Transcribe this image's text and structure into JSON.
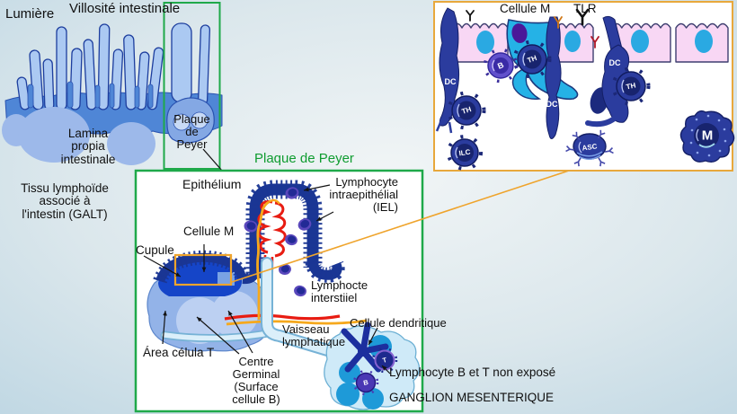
{
  "villi_panel": {
    "lumiere": "Lumière",
    "villosite": "Villosité intestinale",
    "lamina": "Lamina\npropia\nintestinale",
    "plaque_small": "Plaque\nde\nPeyer",
    "galt": "Tissu lymphoïde\nassocié à\nl'intestin (GALT)"
  },
  "peyer_panel": {
    "title": "Plaque de Peyer",
    "epithelium": "Epithélium",
    "iel": "Lymphocyte\nintraepithélial\n(IEL)",
    "cellule_m": "Cellule M",
    "cupule": "Cupule",
    "lymph_interstitial": "Lymphocte\ninterstiiel",
    "vaisseau": "Vaisseau\nlymphatique",
    "area_t": "Área célula T",
    "centre_germinal": "Centre\nGerminal\n(Surface\ncellule B)",
    "cellule_dendritique": "Cellule dendritique",
    "lymph_bt": "Lymphocyte B et T non exposé",
    "ganglion": "GANGLION MESENTERIQUE",
    "t_cell": "T",
    "b_cell": "B"
  },
  "inset_panel": {
    "cellule_m": "Cellule M",
    "tlr": "TLR",
    "cells": {
      "dc1": "DC",
      "th1": "TH",
      "ilc": "ILC",
      "b": "B",
      "th2": "TH",
      "dc2": "DC",
      "asc": "ASC",
      "dc3": "DC",
      "th3": "TH",
      "m": "M"
    }
  },
  "colors": {
    "green_border": "#1fa94a",
    "orange_border": "#e8a83c",
    "title_green": "#0f9c30",
    "navy_cell": "#2b3c9e",
    "purple_cell": "#6150cc",
    "cyan_mcell": "#25b2e6",
    "pink_epithelium": "#f8d7f4",
    "red_vessel": "#e81c12",
    "orange_vessel": "#f6a81c",
    "dome_blue": "#1545c8"
  }
}
